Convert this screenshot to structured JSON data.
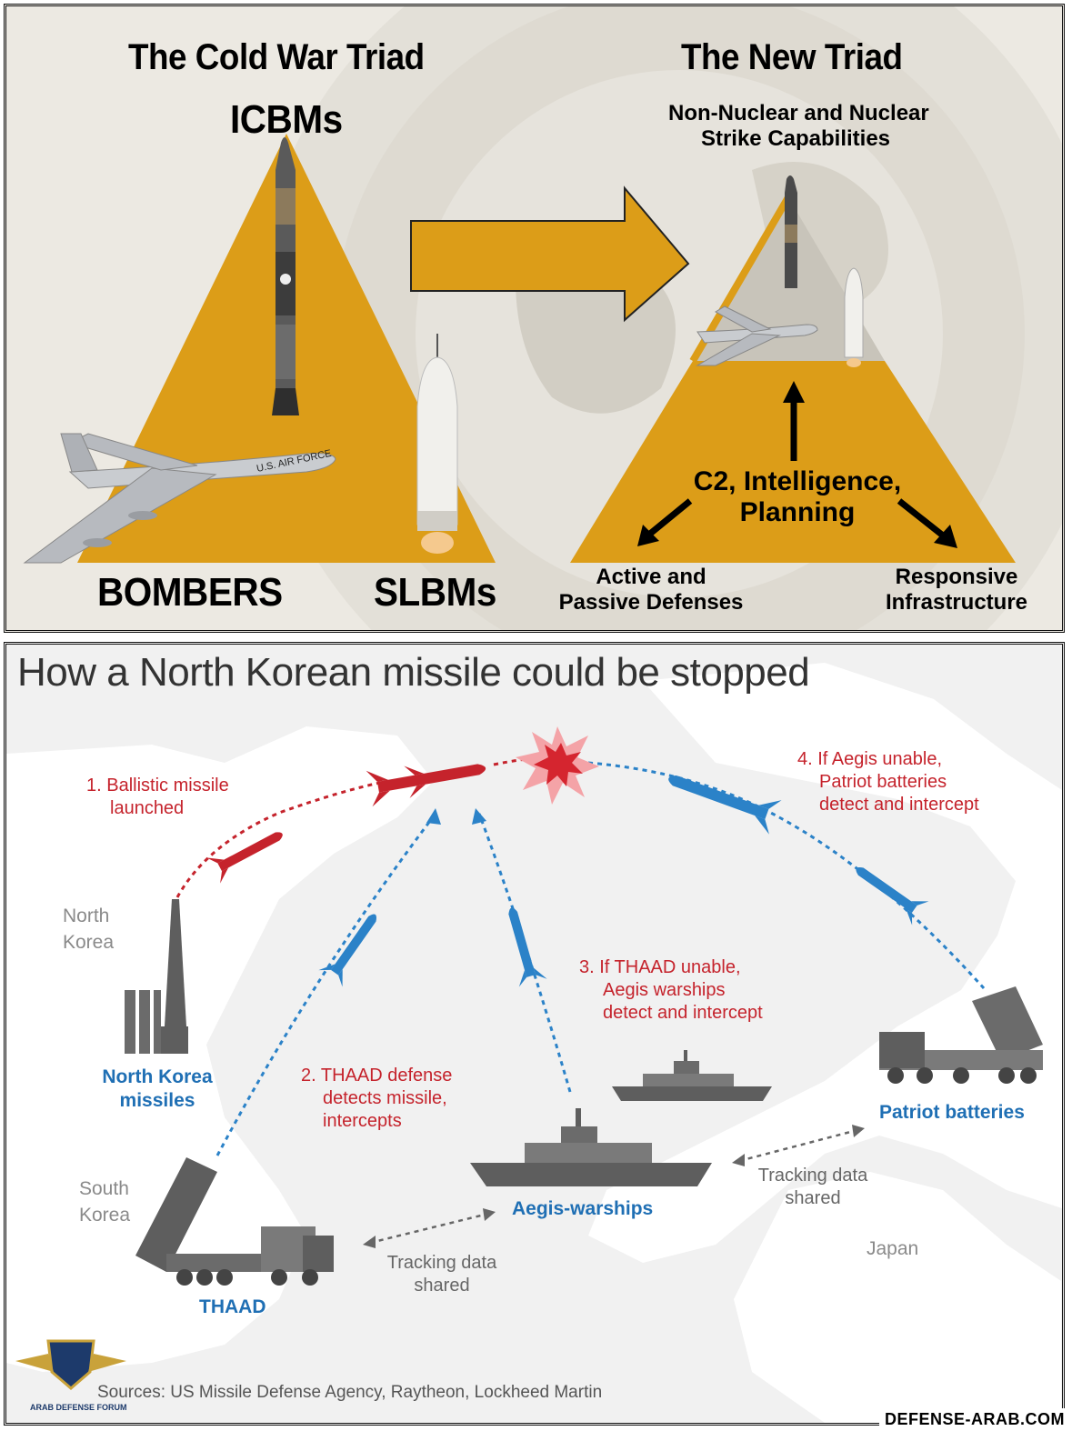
{
  "top_panel": {
    "left_title": "The Cold War Triad",
    "right_title": "The New Triad",
    "icbms_label": "ICBMs",
    "bombers_label": "BOMBERS",
    "slbms_label": "SLBMs",
    "bomber_marking": "U.S. AIR FORCE",
    "strike_label_line1": "Non-Nuclear and Nuclear",
    "strike_label_line2": "Strike Capabilities",
    "c2_line1": "C2, Intelligence,",
    "c2_line2": "Planning",
    "defenses_line1": "Active and",
    "defenses_line2": "Passive Defenses",
    "infra_line1": "Responsive",
    "infra_line2": "Infrastructure",
    "colors": {
      "triangle": "#dc9d18",
      "background": "#ece9e2"
    }
  },
  "bottom_panel": {
    "title": "How a North Korean missile could be stopped",
    "step1_line1": "1. Ballistic missile",
    "step1_line2": "launched",
    "step2_line1": "2. THAAD defense",
    "step2_line2": "detects missile,",
    "step2_line3": "intercepts",
    "step3_line1": "3. If THAAD unable,",
    "step3_line2": "Aegis warships",
    "step3_line3": "detect and intercept",
    "step4_line1": "4. If Aegis unable,",
    "step4_line2": "Patriot batteries",
    "step4_line3": "detect and intercept",
    "region_north_line1": "North",
    "region_north_line2": "Korea",
    "region_south_line1": "South",
    "region_south_line2": "Korea",
    "region_japan": "Japan",
    "nk_missiles_line1": "North Korea",
    "nk_missiles_line2": "missiles",
    "thaad": "THAAD",
    "aegis": "Aegis-warships",
    "patriot": "Patriot batteries",
    "tracking1_line1": "Tracking data",
    "tracking1_line2": "shared",
    "tracking2_line1": "Tracking data",
    "tracking2_line2": "shared",
    "sources": "Sources: US Missile Defense Agency, Raytheon, Lockheed Martin",
    "colors": {
      "red": "#c5232c",
      "blue": "#1f6fb4",
      "grey": "#6b6b6b"
    }
  },
  "watermark": {
    "forum_name": "ARAB DEFENSE FORUM",
    "site": "DEFENSE-ARAB.COM"
  }
}
